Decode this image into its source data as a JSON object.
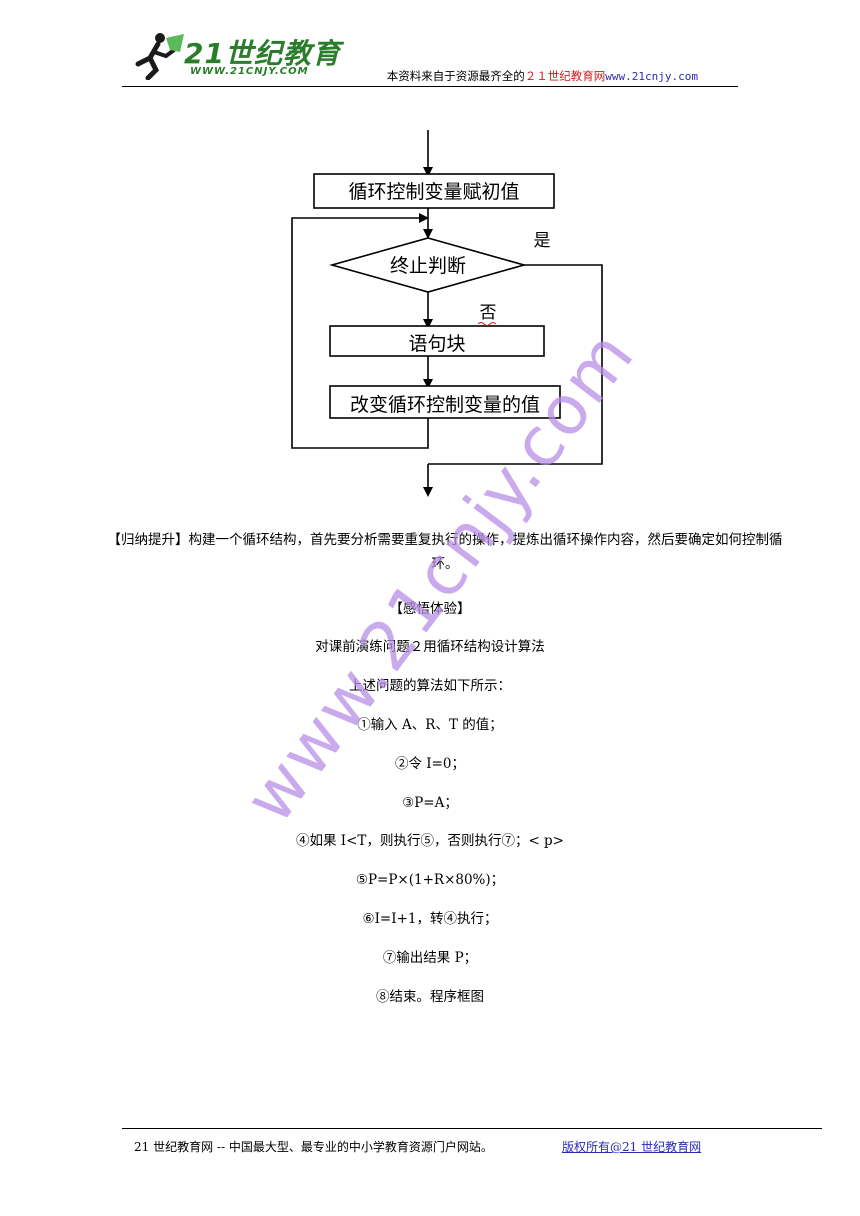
{
  "header": {
    "logo_text": "21世纪教育",
    "logo_url": "WWW.21CNJY.COM",
    "source_prefix": "本资料来自于资源最齐全的",
    "source_brand": "２１世纪教育网",
    "source_url": "www.21cnjy.com"
  },
  "flowchart": {
    "init": "循环控制变量赋初值",
    "decision": "终止判断",
    "yes_label": "是",
    "no_label": "否",
    "block": "语句块",
    "update": "改变循环控制变量的值"
  },
  "body": {
    "summary": "【归纳提升】构建一个循环结构，首先要分析需要重复执行的操作，提炼出循环操作内容，然后要确定如何控制循环。",
    "section_title": "【感悟体验】",
    "intro": "对课前演练问题２用循环结构设计算法",
    "algo_intro": "上述问题的算法如下所示：",
    "steps": [
      "①输入 A、R、T 的值；",
      "②令 I=0；",
      "③P=A；",
      "④如果 I<T，则执行⑤，否则执行⑦；< p>",
      "⑤P=P×(1+R×80%)；",
      "⑥I=I+1，转④执行；",
      "⑦输出结果 P；",
      "⑧结束。程序框图"
    ]
  },
  "watermark": "www.21cnjy.com",
  "footer": {
    "left": "21 世纪教育网 -- 中国最大型、最专业的中小学教育资源门户网站。",
    "right": "版权所有@21 世纪教育网"
  },
  "colors": {
    "logo_green": "#2a7d2a",
    "brand_red": "#d21c1c",
    "link_blue": "#2a2ab8",
    "watermark_purple": "#b88ee6"
  }
}
